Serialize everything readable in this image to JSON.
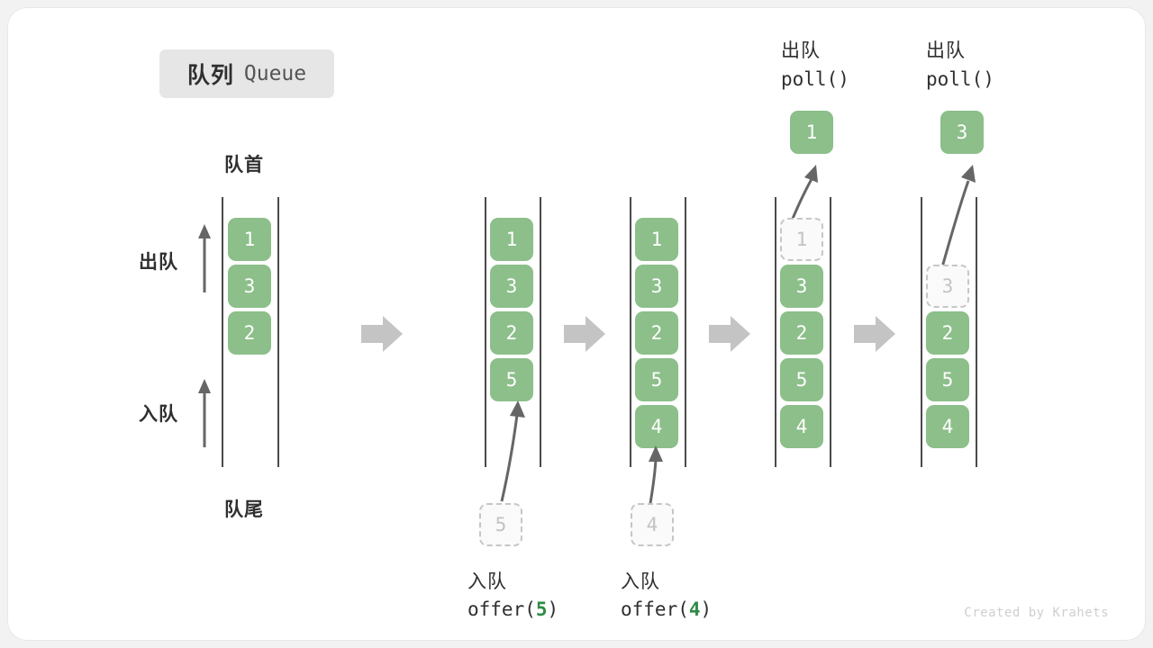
{
  "title": {
    "cn": "队列",
    "en": "Queue"
  },
  "labels": {
    "head": "队首",
    "tail": "队尾",
    "dequeue": "出队",
    "enqueue": "入队"
  },
  "colors": {
    "cell_green": "#8cbf8a",
    "ghost_fill": "#fafafa",
    "ghost_border": "#c6c6c6",
    "rail": "#4a4a4a",
    "flow_arrow": "#c4c4c4",
    "accent_green_text": "#2e8b45",
    "card_bg": "#ffffff",
    "page_bg": "#f2f2f2"
  },
  "panels": [
    {
      "id": "initial",
      "cells": [
        {
          "value": "1",
          "state": "filled",
          "slot": 0
        },
        {
          "value": "3",
          "state": "filled",
          "slot": 1
        },
        {
          "value": "2",
          "state": "filled",
          "slot": 2
        }
      ],
      "caption_cn": "",
      "caption_code": "",
      "op_label_cn": "",
      "op_label_code": "",
      "incoming": null,
      "outgoing": null
    },
    {
      "id": "after-offer-5",
      "cells": [
        {
          "value": "1",
          "state": "filled",
          "slot": 0
        },
        {
          "value": "3",
          "state": "filled",
          "slot": 1
        },
        {
          "value": "2",
          "state": "filled",
          "slot": 2
        },
        {
          "value": "5",
          "state": "filled",
          "slot": 3
        }
      ],
      "caption_cn": "入队",
      "caption_code_prefix": "offer(",
      "caption_code_arg": "5",
      "caption_code_suffix": ")",
      "incoming": {
        "value": "5"
      },
      "outgoing": null
    },
    {
      "id": "after-offer-4",
      "cells": [
        {
          "value": "1",
          "state": "filled",
          "slot": 0
        },
        {
          "value": "3",
          "state": "filled",
          "slot": 1
        },
        {
          "value": "2",
          "state": "filled",
          "slot": 2
        },
        {
          "value": "5",
          "state": "filled",
          "slot": 3
        },
        {
          "value": "4",
          "state": "filled",
          "slot": 4
        }
      ],
      "caption_cn": "入队",
      "caption_code_prefix": "offer(",
      "caption_code_arg": "4",
      "caption_code_suffix": ")",
      "incoming": {
        "value": "4"
      },
      "outgoing": null
    },
    {
      "id": "after-poll-1",
      "cells": [
        {
          "value": "1",
          "state": "ghost",
          "slot": 0
        },
        {
          "value": "3",
          "state": "filled",
          "slot": 1
        },
        {
          "value": "2",
          "state": "filled",
          "slot": 2
        },
        {
          "value": "5",
          "state": "filled",
          "slot": 3
        },
        {
          "value": "4",
          "state": "filled",
          "slot": 4
        }
      ],
      "op_label_cn": "出队",
      "op_label_code": "poll()",
      "outgoing": {
        "value": "1"
      }
    },
    {
      "id": "after-poll-3",
      "cells": [
        {
          "value": "3",
          "state": "ghost",
          "slot": 1
        },
        {
          "value": "2",
          "state": "filled",
          "slot": 2
        },
        {
          "value": "5",
          "state": "filled",
          "slot": 3
        },
        {
          "value": "4",
          "state": "filled",
          "slot": 4
        }
      ],
      "op_label_cn": "出队",
      "op_label_code": "poll()",
      "outgoing": {
        "value": "3"
      }
    }
  ],
  "credit": "Created by Krahets"
}
